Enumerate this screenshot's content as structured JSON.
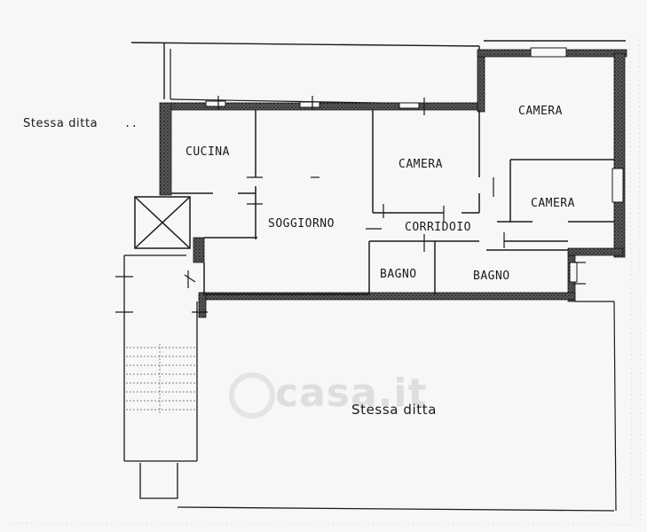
{
  "labels": {
    "stessa_ditta_left": "Stessa ditta",
    "stessa_ditta_bottom": "Stessa ditta",
    "cucina": "CUCINA",
    "camera_center": "CAMERA",
    "camera_top_right": "CAMERA",
    "camera_right": "CAMERA",
    "soggiorno": "SOGGIORNO",
    "corridoio": "CORRIDOIO",
    "bagno_left": "BAGNO",
    "bagno_right": "BAGNO"
  },
  "watermark": {
    "text": "casa.it",
    "icon": "house-logo-icon"
  },
  "colors": {
    "ink": "#1a1a1a",
    "hatch": "#3a3a3a",
    "paper": "#f7f7f5"
  }
}
